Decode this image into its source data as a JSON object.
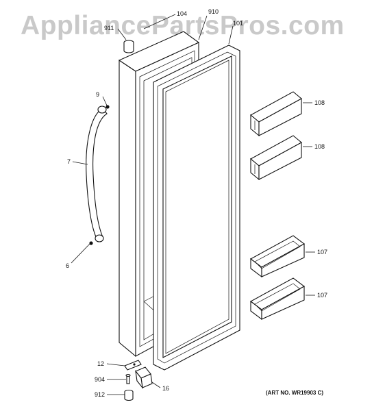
{
  "watermark": "AppliancePartsPros.com",
  "art_number": "(ART NO. WR19903 C)",
  "callouts": {
    "c104": "104",
    "c910": "910",
    "c911": "911",
    "c101": "101",
    "c9": "9",
    "c7": "7",
    "c6": "6",
    "c108a": "108",
    "c108b": "108",
    "c107a": "107",
    "c107b": "107",
    "c12": "12",
    "c904": "904",
    "c16": "16",
    "c912": "912"
  }
}
